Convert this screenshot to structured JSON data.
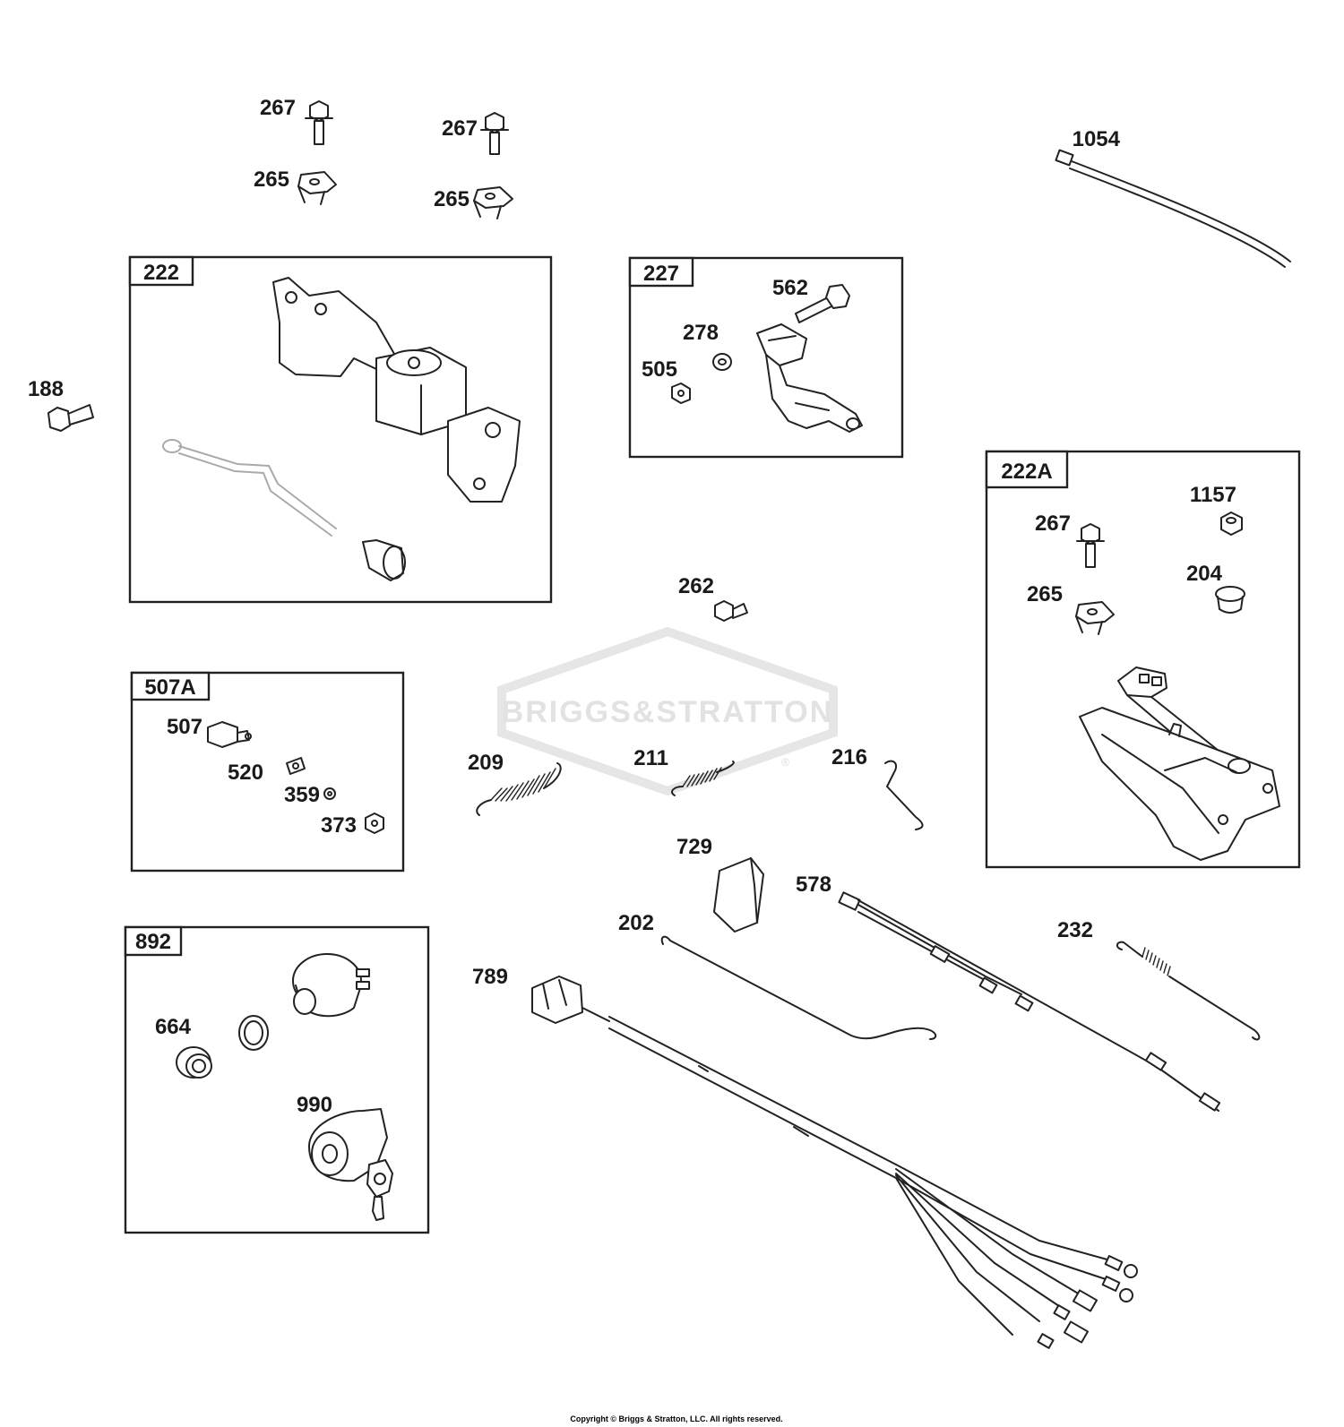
{
  "watermark": {
    "text": "BRIGGS&STRATTON",
    "symbol": "®"
  },
  "copyright": "Copyright © Briggs & Stratton, LLC. All rights reserved.",
  "boxes": {
    "b222": "222",
    "b227": "227",
    "b222A": "222A",
    "b507A": "507A",
    "b892": "892"
  },
  "callouts": {
    "c267a": "267",
    "c267b": "267",
    "c265a": "265",
    "c265b": "265",
    "c1054": "1054",
    "c188": "188",
    "c562": "562",
    "c278": "278",
    "c505": "505",
    "c1157": "1157",
    "c267c": "267",
    "c204": "204",
    "c265c": "265",
    "c262": "262",
    "c507": "507",
    "c520": "520",
    "c359": "359",
    "c373": "373",
    "c209": "209",
    "c211": "211",
    "c216": "216",
    "c729": "729",
    "c578": "578",
    "c202": "202",
    "c232": "232",
    "c789": "789",
    "c892664": "664",
    "c990": "990"
  }
}
